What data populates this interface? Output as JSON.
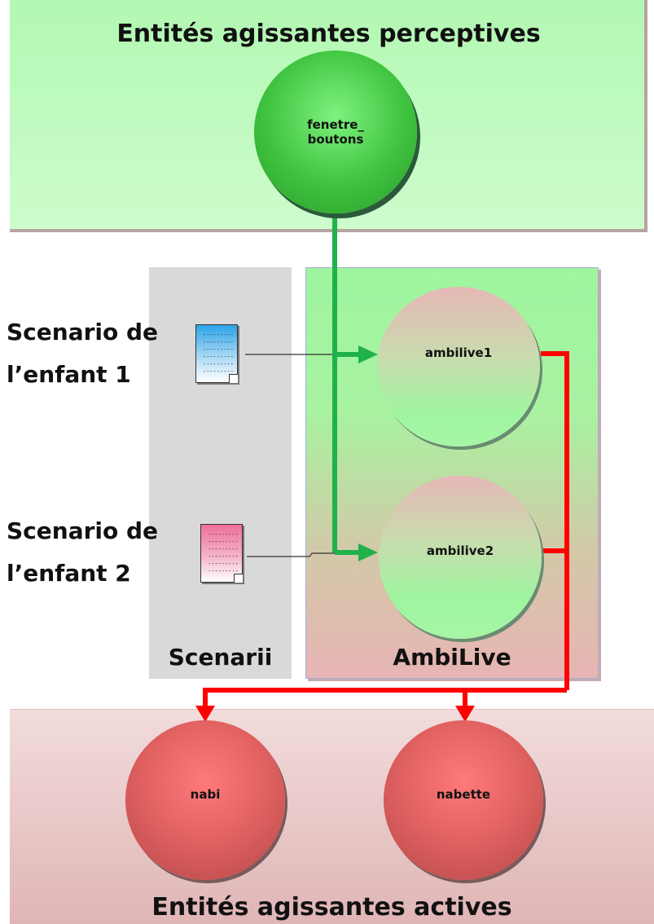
{
  "diagram": {
    "top_panel_title": "Entités agissantes perceptives",
    "bottom_panel_title": "Entités agissantes actives",
    "scenarii_label": "Scenarii",
    "ambilive_label": "AmbiLive",
    "scenario1_line1": "Scenario de",
    "scenario1_line2": "l’enfant 1",
    "scenario2_line1": "Scenario de",
    "scenario2_line2": "l’enfant 2",
    "nodes": {
      "fenetre_line1": "fenetre_",
      "fenetre_line2": "boutons",
      "ambilive1": "ambilive1",
      "ambilive2": "ambilive2",
      "nabi": "nabi",
      "nabette": "nabette"
    },
    "doc_lines": "---------\n---------\n---------\n---------\n---------\n---------"
  },
  "colors": {
    "perceptive_panel": "#b2f8b2",
    "active_panel": "#f2dcdc",
    "scenarii_panel": "#d9d9d9",
    "green_arrow": "#22b24c",
    "red_arrow": "#ff0000",
    "connector": "#333333"
  },
  "icons": [
    "document-blue-icon",
    "document-pink-icon"
  ]
}
